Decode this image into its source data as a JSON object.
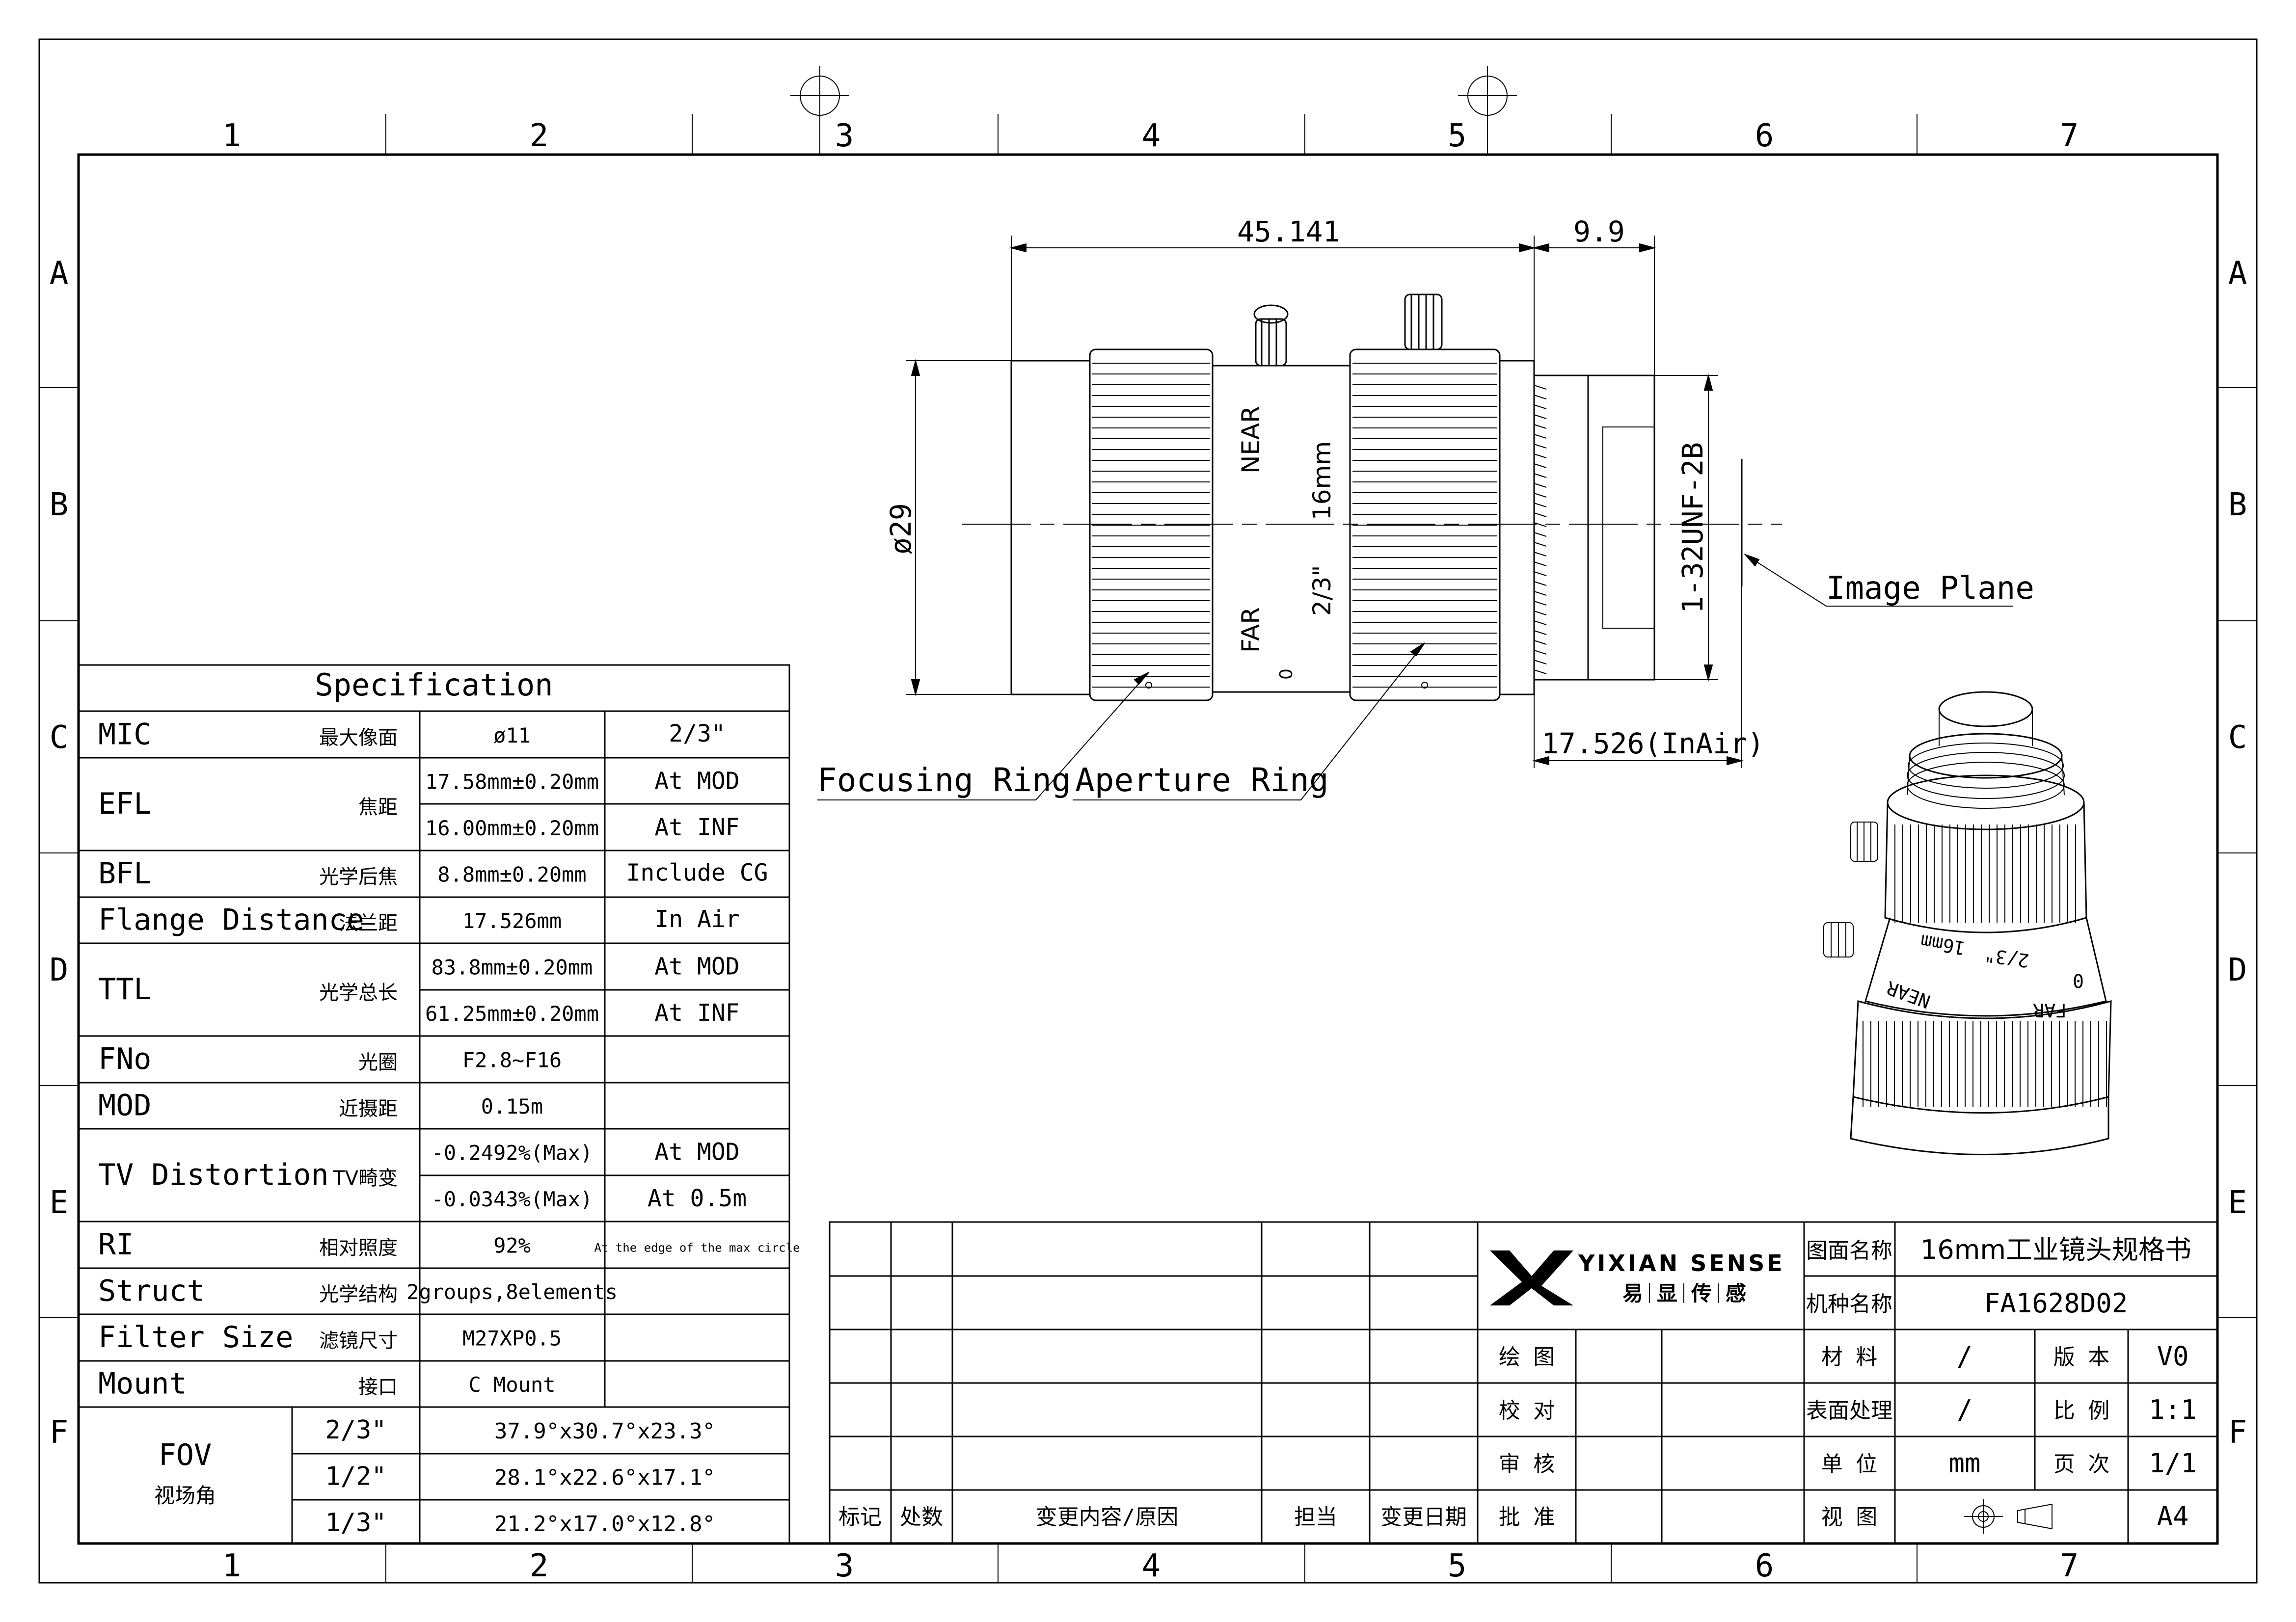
{
  "frame": {
    "col_numbers": [
      "1",
      "2",
      "3",
      "4",
      "5",
      "6",
      "7"
    ],
    "row_letters": [
      "A",
      "B",
      "C",
      "D",
      "E",
      "F"
    ]
  },
  "drawing": {
    "dim_length": "45.141",
    "dim_thread_len": "9.9",
    "dim_diameter": "ø29",
    "dim_flange": "17.526(InAir)",
    "thread_label": "1-32UNF-2B",
    "image_plane_label": "Image Plane",
    "focusing_ring_label": "Focusing Ring",
    "aperture_ring_label": "Aperture Ring",
    "barrel_near": "NEAR",
    "barrel_far": "FAR",
    "barrel_focal": "16mm",
    "barrel_format": "2/3\"",
    "barrel_zero": "0"
  },
  "spec": {
    "title": "Specification",
    "rows": [
      {
        "en": "MIC",
        "cn": "最大像面",
        "v1": "ø11",
        "v2": "2/3\""
      },
      {
        "en": "EFL",
        "cn": "焦距",
        "v1a": "17.58mm±0.20mm",
        "v2a": "At MOD",
        "v1b": "16.00mm±0.20mm",
        "v2b": "At INF"
      },
      {
        "en": "BFL",
        "cn": "光学后焦",
        "v1": "8.8mm±0.20mm",
        "v2": "Include CG"
      },
      {
        "en": "Flange Distance",
        "cn": "法兰距",
        "v1": "17.526mm",
        "v2": "In Air"
      },
      {
        "en": "TTL",
        "cn": "光学总长",
        "v1a": "83.8mm±0.20mm",
        "v2a": "At MOD",
        "v1b": "61.25mm±0.20mm",
        "v2b": "At INF"
      },
      {
        "en": "FNo",
        "cn": "光圈",
        "v1": "F2.8~F16",
        "v2": ""
      },
      {
        "en": "MOD",
        "cn": "近摄距",
        "v1": "0.15m",
        "v2": ""
      },
      {
        "en": "TV Distortion",
        "cn": "TV畸变",
        "v1a": "-0.2492%(Max)",
        "v2a": "At MOD",
        "v1b": "-0.0343%(Max)",
        "v2b": "At 0.5m"
      },
      {
        "en": "RI",
        "cn": "相对照度",
        "v1": "92%",
        "v2": "At the edge of the max circle"
      },
      {
        "en": "Struct",
        "cn": "光学结构",
        "v1": "2groups,8elements",
        "v2": ""
      },
      {
        "en": "Filter Size",
        "cn": "滤镜尺寸",
        "v1": "M27XP0.5",
        "v2": ""
      },
      {
        "en": "Mount",
        "cn": "接口",
        "v1": "C Mount",
        "v2": ""
      }
    ],
    "fov": {
      "en": "FOV",
      "cn": "视场角",
      "rows": [
        {
          "fmt": "2/3\"",
          "val": "37.9°x30.7°x23.3°"
        },
        {
          "fmt": "1/2\"",
          "val": "28.1°x22.6°x17.1°"
        },
        {
          "fmt": "1/3\"",
          "val": "21.2°x17.0°x12.8°"
        }
      ]
    }
  },
  "title_block": {
    "logo_text": "YIXIAN SENSE",
    "logo_cn": [
      "易",
      "显",
      "传",
      "感"
    ],
    "rev_headers": [
      "标记",
      "处数",
      "变更内容/原因",
      "担当",
      "变更日期"
    ],
    "approvals": [
      "绘 图",
      "校 对",
      "审 核",
      "批 准"
    ],
    "drawing_name_label": "图面名称",
    "drawing_name": "16mm工业镜头规格书",
    "model_label": "机种名称",
    "model": "FA1628D02",
    "material_label": "材 料",
    "material": "/",
    "version_label": "版 本",
    "version": "V0",
    "surface_label": "表面处理",
    "surface": "/",
    "scale_label": "比 例",
    "scale": "1:1",
    "unit_label": "单 位",
    "unit": "mm",
    "page_label": "页 次",
    "page": "1/1",
    "view_label": "视 图",
    "size": "A4"
  }
}
